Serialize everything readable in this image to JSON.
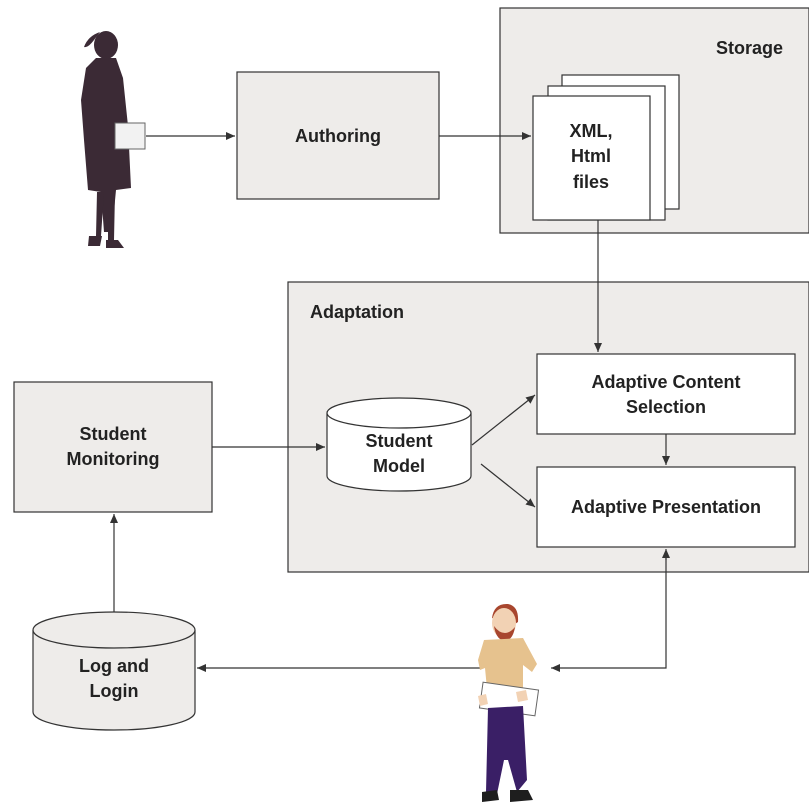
{
  "colors": {
    "box_fill": "#eeecea",
    "box_stroke": "#333333",
    "doc_fill": "#ffffff",
    "line": "#333333",
    "text": "#222222",
    "person_teacher": "#3b2a35",
    "person_student_shirt": "#e6c28e",
    "person_student_pants": "#3a1f66",
    "person_student_hair": "#a8462e",
    "person_student_skin": "#f2d2b4"
  },
  "storage": {
    "label": "Storage"
  },
  "files": {
    "line1": "XML,",
    "line2": "Html",
    "line3": "files"
  },
  "authoring": {
    "label": "Authoring"
  },
  "adaptation": {
    "label": "Adaptation"
  },
  "adaptive_content": {
    "line1": "Adaptive Content",
    "line2": "Selection"
  },
  "adaptive_presentation": {
    "label": "Adaptive Presentation"
  },
  "student_model": {
    "line1": "Student",
    "line2": "Model"
  },
  "student_monitoring": {
    "line1": "Student",
    "line2": "Monitoring"
  },
  "log_login": {
    "line1": "Log and",
    "line2": "Login"
  },
  "actors": {
    "teacher": "teacher-figure",
    "student": "student-figure"
  }
}
